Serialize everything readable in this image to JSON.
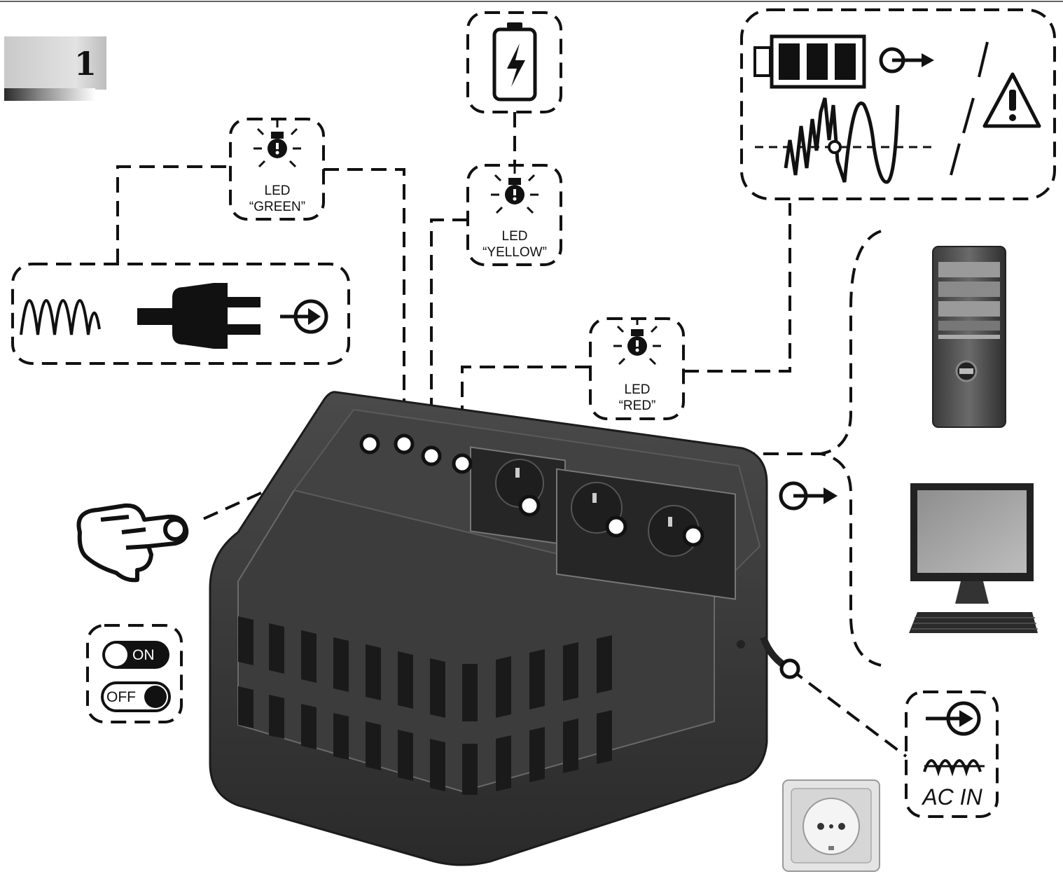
{
  "step": {
    "number": "1"
  },
  "leds": {
    "green": {
      "line1": "LED",
      "line2": "“GREEN”"
    },
    "yellow": {
      "line1": "LED",
      "line2": "“YELLOW”"
    },
    "red": {
      "line1": "LED",
      "line2": "“RED”"
    }
  },
  "switch": {
    "on_label": "ON",
    "off_label": "OFF"
  },
  "ac_in": {
    "label": "AC IN"
  },
  "icons": [
    "ac-sine-wave-icon",
    "power-plug-icon",
    "output-arrow-icon",
    "charging-battery-icon",
    "full-battery-icon",
    "unstable-wave-icon",
    "warning-triangle-icon",
    "led-bulb-icon",
    "pointing-hand-icon",
    "pc-tower-icon",
    "monitor-icon",
    "wall-socket-icon",
    "ups-device"
  ]
}
